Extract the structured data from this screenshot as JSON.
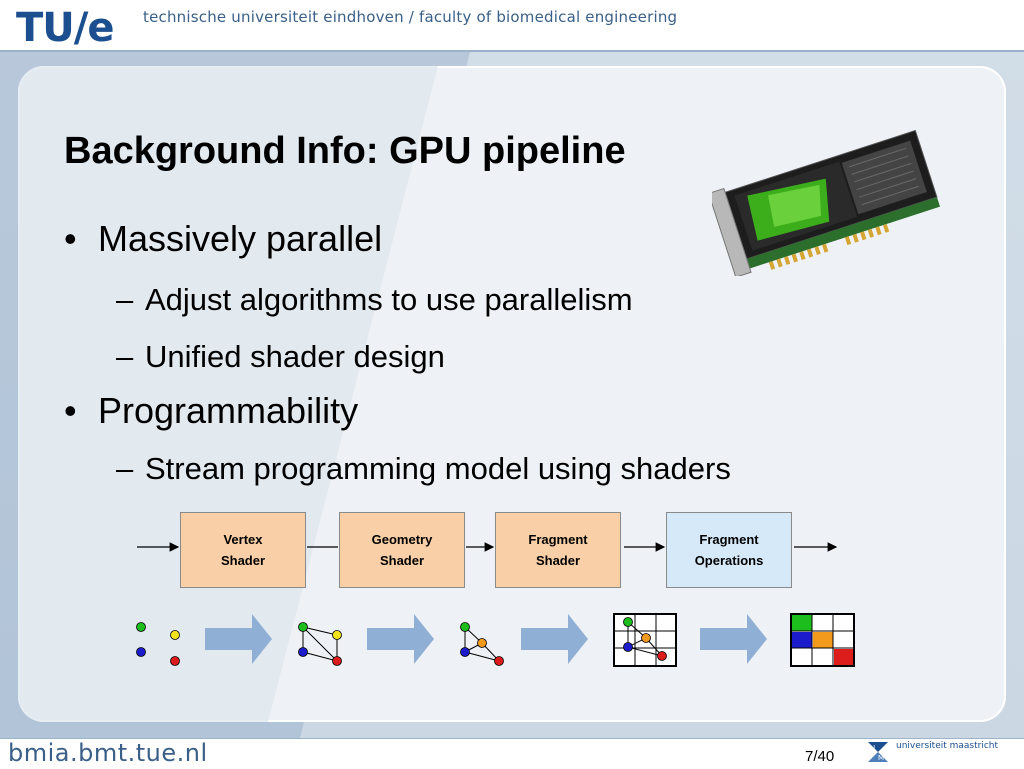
{
  "header": {
    "logo": "TU/e",
    "institution": "technische universiteit eindhoven / faculty of biomedical engineering"
  },
  "slide": {
    "title": "Background Info: GPU pipeline",
    "bullets": [
      {
        "level": 1,
        "text": "Massively parallel"
      },
      {
        "level": 2,
        "text": "Adjust algorithms to use parallelism"
      },
      {
        "level": 2,
        "text": "Unified shader design"
      },
      {
        "level": 1,
        "text": "Programmability"
      },
      {
        "level": 2,
        "text": "Stream programming model using shaders"
      }
    ],
    "bullet_symbol": "•",
    "dash_symbol": "–"
  },
  "pipeline": {
    "stages": [
      {
        "line1": "Vertex",
        "line2": "Shader",
        "color": "#f8cfa6"
      },
      {
        "line1": "Geometry",
        "line2": "Shader",
        "color": "#f8cfa6"
      },
      {
        "line1": "Fragment",
        "line2": "Shader",
        "color": "#f8cfa6"
      },
      {
        "line1": "Fragment",
        "line2": "Operations",
        "color": "#d6e9f8"
      }
    ],
    "vertex_colors": {
      "green": "#1cbd1c",
      "yellow": "#f2e21c",
      "blue": "#1c1ccc",
      "red": "#dd1c1c",
      "orange": "#f29a1c"
    },
    "arrow_color": "#8fb0d4"
  },
  "footer": {
    "url": "bmia.bmt.tue.nl",
    "page": "7/40",
    "partner": "universiteit maastricht"
  },
  "icons": {
    "gpu_card": "graphics-card-image",
    "um_logo": "um-logo-icon"
  }
}
